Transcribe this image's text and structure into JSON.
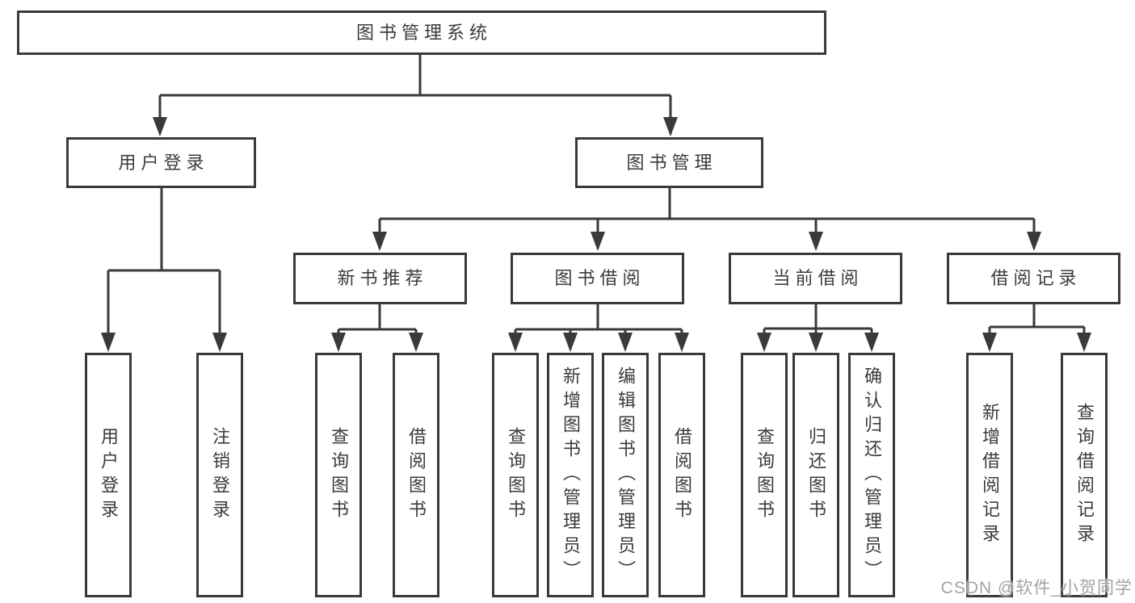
{
  "diagram": {
    "root": "图书管理系统",
    "level2": [
      "用户登录",
      "图书管理"
    ],
    "level3": [
      "新书推荐",
      "图书借阅",
      "当前借阅",
      "借阅记录"
    ],
    "leaves": {
      "user_login": [
        "用户登录",
        "注销登录"
      ],
      "new_book_recommend": [
        "查询图书",
        "借阅图书"
      ],
      "book_borrowing": [
        "查询图书",
        "新增图书（管理员）",
        "编辑图书（管理员）",
        "借阅图书"
      ],
      "current_borrowing": [
        "查询图书",
        "归还图书",
        "确认归还（管理员）"
      ],
      "borrowing_records": [
        "新增借阅记录",
        "查询借阅记录"
      ]
    }
  },
  "watermark": "CSDN @软件_小贺同学",
  "colors": {
    "line": "#3a3a3a",
    "text": "#3b3b3b",
    "watermark": "#a3a3a3",
    "background": "#ffffff"
  }
}
